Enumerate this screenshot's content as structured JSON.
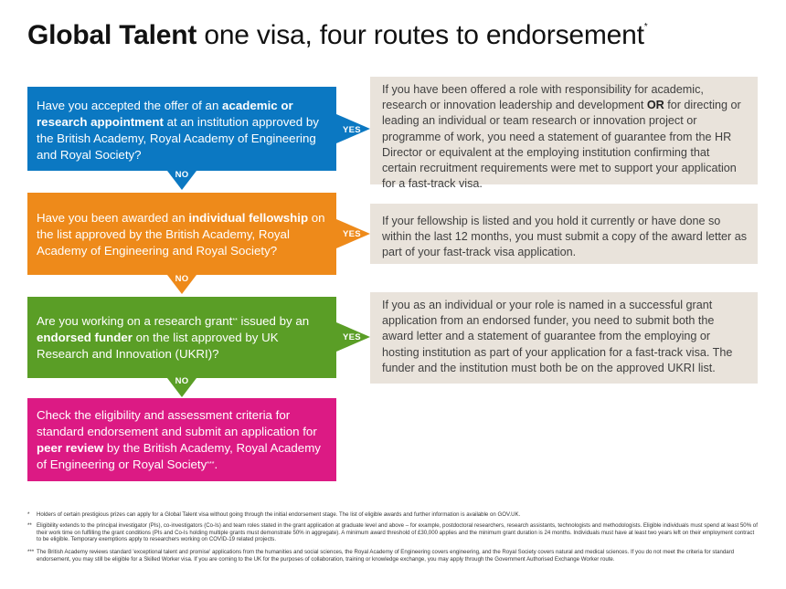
{
  "title": {
    "bold": "Global Talent",
    "rest": " one visa, four routes to endorsement",
    "mark": "*"
  },
  "questions": {
    "q1": {
      "pre": "Have you accepted the offer of an ",
      "bold": "academic or research appointment",
      "post": " at an institution approved by the British Academy, Royal Academy of Engineering and Royal Society?"
    },
    "q2": {
      "pre": "Have you been awarded an ",
      "bold": "individual fellowship",
      "post": " on the list approved by the British Academy, Royal Academy of Engineering and Royal Society?"
    },
    "q3": {
      "pre": "Are you working on a research grant",
      "mark": "**",
      "mid": " issued by an ",
      "bold": "endorsed funder",
      "post": " on the list approved by UK Research and Innovation (UKRI)?"
    },
    "q4": {
      "pre": "Check the eligibility and assessment criteria for standard endorsement and submit an application for ",
      "bold": "peer review",
      "post": " by the British Academy, Royal Academy of Engineering or Royal Society",
      "mark": "***",
      "end": "."
    }
  },
  "answers": {
    "a1": {
      "pre": "If you have been offered a role with responsibility for academic, research or innovation leadership and development ",
      "bold": "OR",
      "post": " for directing or leading an individual or team research or innovation project or programme of work, you need a statement of guarantee from the HR Director or equivalent at the employing institution confirming that certain recruitment requirements were met to support your application for a fast-track visa."
    },
    "a2": "If your fellowship is listed and you hold it currently or have done so within the last 12 months, you must submit a copy of the award letter as part of your fast-track visa application.",
    "a3": "If you as an individual or your role is named in a successful grant application from an endorsed funder, you need to submit both the award letter and a statement of guarantee from the employing or hosting institution as part of your application for a fast-track visa. The funder and the institution must both be on the approved UKRI list."
  },
  "labels": {
    "yes": "YES",
    "no": "NO"
  },
  "footnotes": [
    {
      "mark": "*",
      "text": "Holders of certain prestigious prizes can apply for a Global Talent visa without going through the initial endorsement stage. The list of eligible awards and further information is available on GOV.UK."
    },
    {
      "mark": "**",
      "text": "Eligibility extends to the principal investigator (PIs), co-investigators (Co-Is) and team roles stated in the grant application at graduate level and above – for example, postdoctoral researchers, research assistants, technologists and methodologists. Eligible individuals must spend at least 50% of their work time on fulfilling the grant conditions (PIs and Co-Is holding multiple grants must demonstrate 50% in aggregate). A minimum award threshold of £30,000 applies and the minimum grant duration is 24 months. Individuals must have at least two years left on their employment contract to be eligible. Temporary exemptions apply to researchers working on COVID-19 related projects."
    },
    {
      "mark": "***",
      "text": "The British Academy reviews standard 'exceptional talent and promise' applications from the humanities and social sciences, the Royal Academy of Engineering covers engineering, and the Royal Society covers natural and medical sciences. If you do not meet the criteria for standard endorsement, you may still be eligible for a Skilled Worker visa. If you are coming to the UK for the purposes of collaboration, training or knowledge exchange, you may apply through the Government Authorised Exchange Worker route."
    }
  ],
  "colors": {
    "route1": "#0b78c2",
    "route2": "#ee8a1a",
    "route3": "#5a9e26",
    "route4": "#dc1a84",
    "answer_bg": "#e9e3db"
  }
}
